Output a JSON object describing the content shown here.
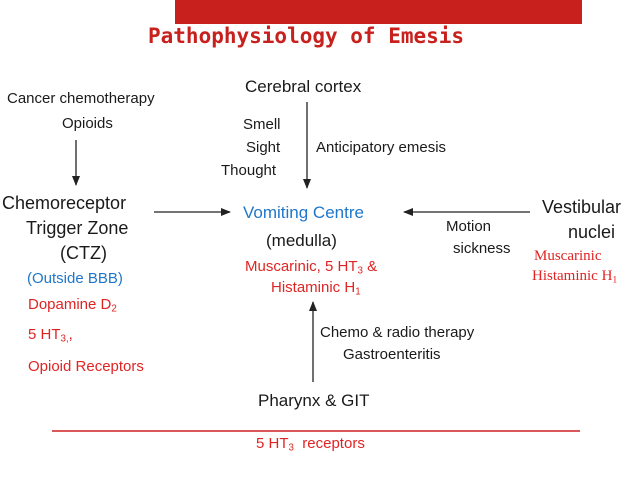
{
  "title": "Pathophysiology of Emesis",
  "colors": {
    "title_bar": "#c8201d",
    "title_text": "#c8201d",
    "accent_blue": "#1f77c9",
    "accent_red": "#e02424",
    "arrow": "#222222",
    "underline": "#d02020"
  },
  "nodes": {
    "cancer_chemo": "Cancer chemotherapy",
    "opioids": "Opioids",
    "cerebral_cortex": "Cerebral cortex",
    "smell": "Smell",
    "sight": "Sight",
    "thought": "Thought",
    "anticipatory": "Anticipatory emesis",
    "ctz_line1": "Chemoreceptor",
    "ctz_line2": "Trigger Zone",
    "ctz_line3": "(CTZ)",
    "outside_bbb": "(Outside BBB)",
    "dopamine": "Dopamine D",
    "dopamine_sub": "2",
    "ht3_ctz": "5 HT",
    "ht3_ctz_sub": "3,",
    "ht3_ctz_suffix": ",",
    "opioid_receptors": "Opioid Receptors",
    "vomiting_centre": "Vomiting Centre",
    "medulla": "(medulla)",
    "vc_muscarinic": "Muscarinic, 5 HT",
    "vc_muscarinic_sub": "3",
    "vc_muscarinic_suffix": " &",
    "vc_histaminic": "Histaminic H",
    "vc_histaminic_sub": "1",
    "motion1": "Motion",
    "motion2": "sickness",
    "vestibular1": "Vestibular",
    "vestibular2": "nuclei",
    "vest_muscarinic": "Muscarinic",
    "vest_histaminic": "Histaminic H",
    "vest_histaminic_sub": "1",
    "chemo_radio": "Chemo & radio therapy",
    "gastro": "Gastroenteritis",
    "pharynx": "Pharynx & GIT",
    "git_receptors": "5 HT",
    "git_receptors_sub": "3",
    "git_receptors_suffix": "  receptors"
  }
}
